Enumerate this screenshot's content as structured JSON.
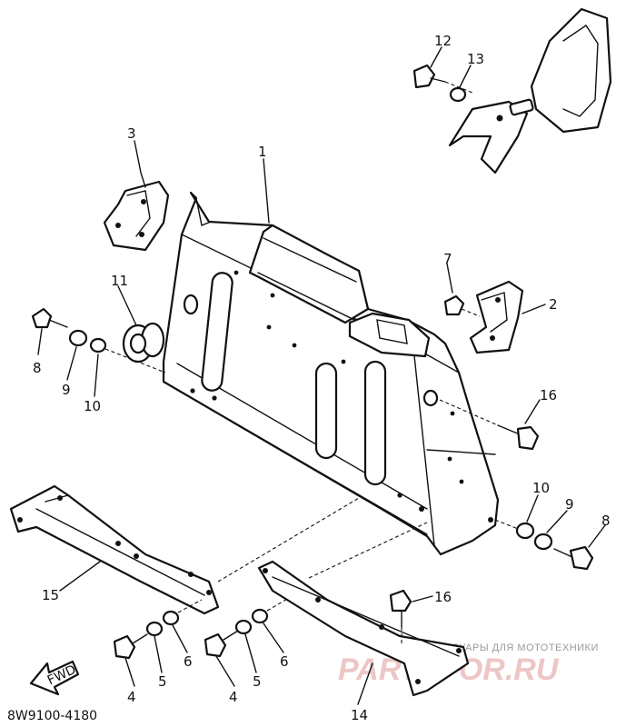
{
  "diagram": {
    "code": "8W9100-4180",
    "fwd_label": "FWD",
    "watermark_top": "АКСЕССУАРЫ ДЛЯ МОТОТЕХНИКИ",
    "watermark_brand": "PARTSFOR.RU",
    "callouts": {
      "c1": "1",
      "c2": "2",
      "c3": "3",
      "c4a": "4",
      "c4b": "4",
      "c5a": "5",
      "c5b": "5",
      "c6a": "6",
      "c6b": "6",
      "c7": "7",
      "c8a": "8",
      "c8b": "8",
      "c9a": "9",
      "c9b": "9",
      "c10a": "10",
      "c10b": "10",
      "c11": "11",
      "c12": "12",
      "c13": "13",
      "c14": "14",
      "c15": "15",
      "c16a": "16",
      "c16b": "16"
    }
  }
}
